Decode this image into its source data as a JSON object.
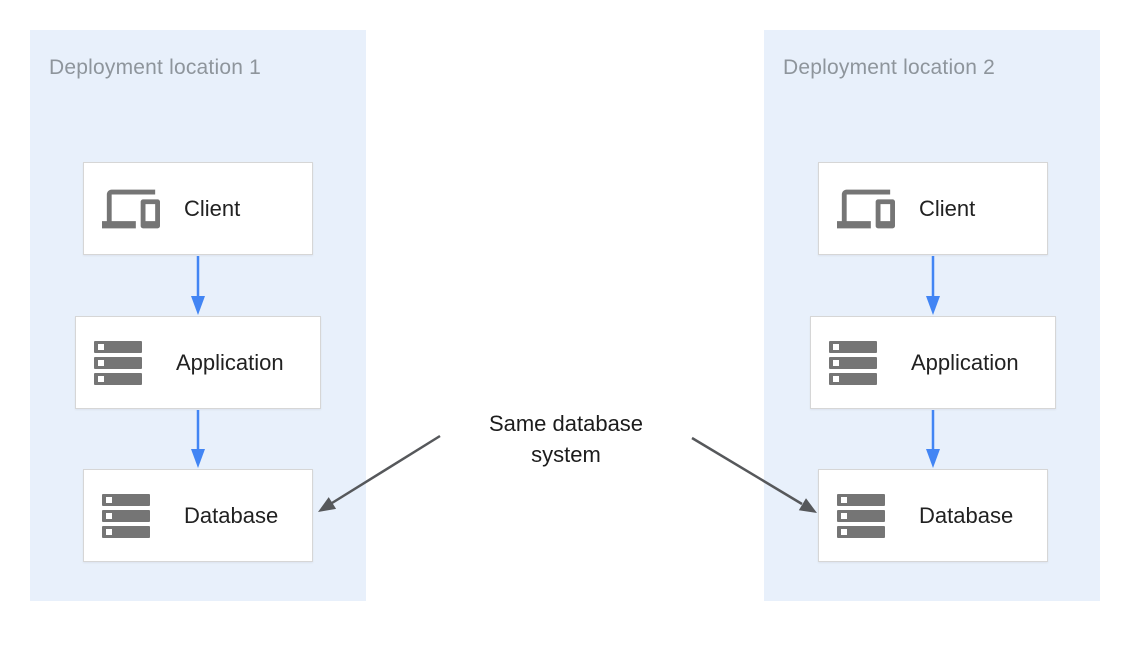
{
  "panels": [
    {
      "title": "Deployment location 1",
      "nodes": [
        {
          "label": "Client",
          "icon": "devices-icon"
        },
        {
          "label": "Application",
          "icon": "storage-icon"
        },
        {
          "label": "Database",
          "icon": "storage-icon"
        }
      ]
    },
    {
      "title": "Deployment location 2",
      "nodes": [
        {
          "label": "Client",
          "icon": "devices-icon"
        },
        {
          "label": "Application",
          "icon": "storage-icon"
        },
        {
          "label": "Database",
          "icon": "storage-icon"
        }
      ]
    }
  ],
  "annotation": {
    "label": "Same database system"
  },
  "colors": {
    "panel_background": "#e8f0fb",
    "panel_title_text": "#8e959c",
    "node_background": "#ffffff",
    "node_border": "#d6d6d6",
    "node_label_text": "#212121",
    "icon": "#757575",
    "flow_arrow": "#4285f4",
    "annotation_arrow": "#56585b",
    "annotation_text": "#1c1c1c"
  }
}
